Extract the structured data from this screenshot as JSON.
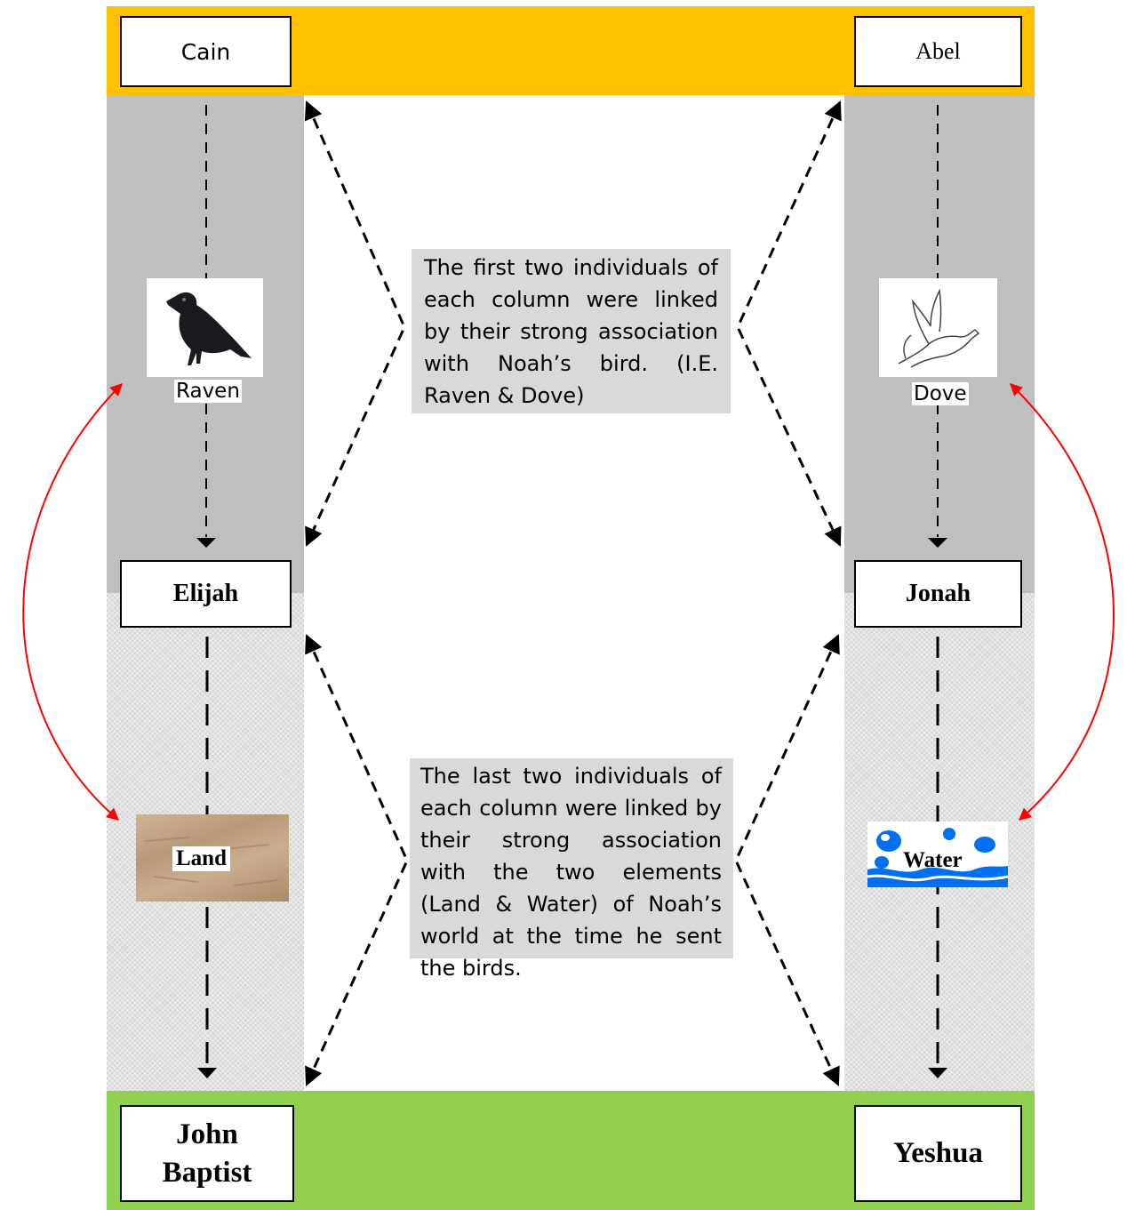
{
  "colors": {
    "top_band": "#ffc000",
    "bottom_band": "#92d050",
    "upper_column": "#bfbfbf",
    "caption_box": "#d9d9d9",
    "link_arrow": "#ff0000",
    "flow_arrow": "#000000"
  },
  "top_row": {
    "left_name": "Cain",
    "right_name": "Abel"
  },
  "middle_row": {
    "left_name": "Elijah",
    "right_name": "Jonah"
  },
  "bottom_row": {
    "left_name_line1": "John",
    "left_name_line2": "Baptist",
    "right_name": "Yeshua"
  },
  "birds": {
    "left": {
      "label": "Raven",
      "icon": "raven-icon"
    },
    "right": {
      "label": "Dove",
      "icon": "dove-icon"
    }
  },
  "elements": {
    "left": {
      "label": "Land",
      "icon": "sand-texture"
    },
    "right": {
      "label": "Water",
      "icon": "water-splash-icon"
    }
  },
  "captions": {
    "upper": "The first two individuals of each column were linked by their strong association with Noah’s bird. (I.E. Raven & Dove)",
    "lower": "The last two individuals of each column were linked by their strong association with the two elements (Land & Water) of Noah’s world at the time he sent the birds."
  }
}
